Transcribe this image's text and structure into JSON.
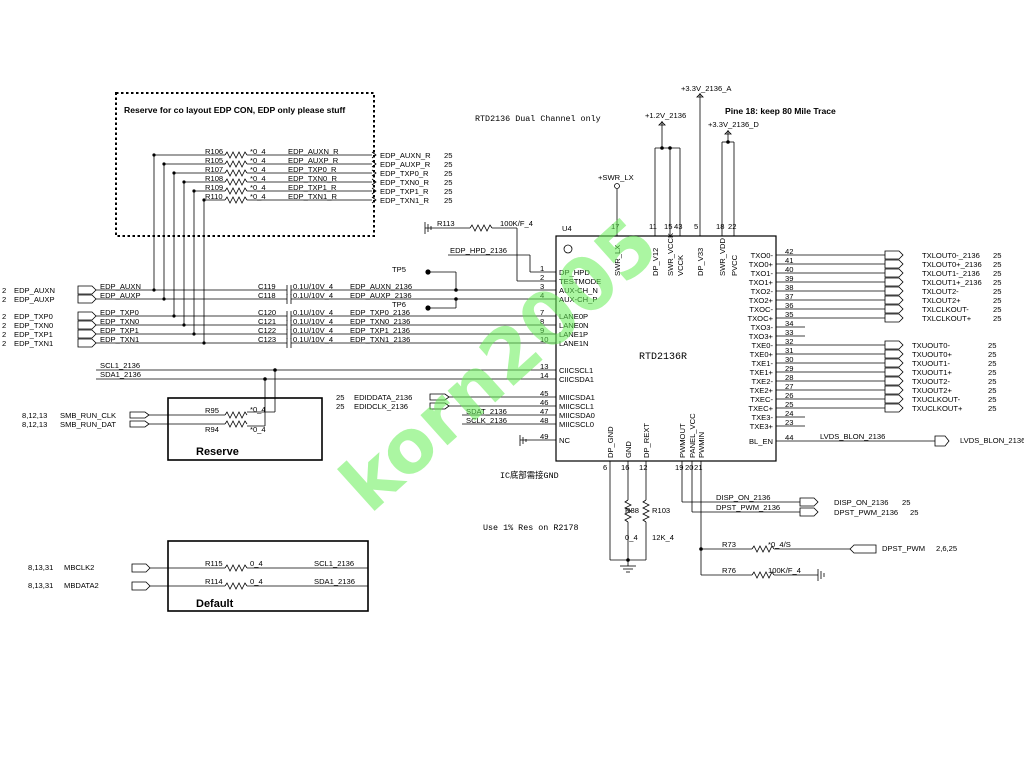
{
  "title_reserve_box": "Reserve for co layout EDP CON, EDP only please stuff",
  "note_dual": "RTD2136 Dual Channel only",
  "note_pine": "Pine 18: keep 80 Mile Trace",
  "note_gnd": "IC底部需接GND",
  "note_res": "Use 1% Res on R2178",
  "reserve_label": "Reserve",
  "default_label": "Default",
  "watermark": "korn2005",
  "rails": {
    "a": "+3.3V_2136_A",
    "v12": "+1.2V_2136",
    "d": "+3.3V_2136_D",
    "swr": "+SWR_LX"
  },
  "chip": {
    "ref": "U4",
    "name": "RTD2136R",
    "top_pins": [
      {
        "num": "17",
        "name": "SWR_LX"
      },
      {
        "num": "11",
        "name": "DP_V12"
      },
      {
        "num": "15",
        "name": "SWR_VCCK"
      },
      {
        "num": "43",
        "name": "VCCK"
      },
      {
        "num": "5",
        "name": "DP_V33"
      },
      {
        "num": "18",
        "name": "SWR_VDD"
      },
      {
        "num": "22",
        "name": "PVCC"
      }
    ],
    "left_pins": [
      {
        "num": "1",
        "name": "DP_HPD"
      },
      {
        "num": "2",
        "name": "TESTMODE"
      },
      {
        "num": "3",
        "name": "AUX-CH_N"
      },
      {
        "num": "4",
        "name": "AUX-CH_P"
      },
      {
        "num": "7",
        "name": "LANE0P"
      },
      {
        "num": "8",
        "name": "LANE0N"
      },
      {
        "num": "9",
        "name": "LANE1P"
      },
      {
        "num": "10",
        "name": "LANE1N"
      },
      {
        "num": "13",
        "name": "CIICSCL1"
      },
      {
        "num": "14",
        "name": "CIICSDA1"
      },
      {
        "num": "45",
        "name": "MIICSDA1"
      },
      {
        "num": "46",
        "name": "MIICSCL1"
      },
      {
        "num": "47",
        "name": "MIICSDA0"
      },
      {
        "num": "48",
        "name": "MIICSCL0"
      },
      {
        "num": "49",
        "name": "NC"
      }
    ],
    "right_pins": [
      {
        "num": "42",
        "name": "TXO0-"
      },
      {
        "num": "41",
        "name": "TXO0+"
      },
      {
        "num": "40",
        "name": "TXO1-"
      },
      {
        "num": "39",
        "name": "TXO1+"
      },
      {
        "num": "38",
        "name": "TXO2-"
      },
      {
        "num": "37",
        "name": "TXO2+"
      },
      {
        "num": "36",
        "name": "TXOC-"
      },
      {
        "num": "35",
        "name": "TXOC+"
      },
      {
        "num": "34",
        "name": "TXO3-"
      },
      {
        "num": "33",
        "name": "TXO3+"
      },
      {
        "num": "32",
        "name": "TXE0-"
      },
      {
        "num": "31",
        "name": "TXE0+"
      },
      {
        "num": "30",
        "name": "TXE1-"
      },
      {
        "num": "29",
        "name": "TXE1+"
      },
      {
        "num": "28",
        "name": "TXE2-"
      },
      {
        "num": "27",
        "name": "TXE2+"
      },
      {
        "num": "26",
        "name": "TXEC-"
      },
      {
        "num": "25",
        "name": "TXEC+"
      },
      {
        "num": "24",
        "name": "TXE3-"
      },
      {
        "num": "23",
        "name": "TXE3+"
      },
      {
        "num": "44",
        "name": "BL_EN"
      }
    ],
    "bottom_pins": [
      {
        "num": "6",
        "name": "DP_GND"
      },
      {
        "num": "16",
        "name": "GND"
      },
      {
        "num": "12",
        "name": "DP_REXT"
      },
      {
        "num": "19",
        "name": "PWMOUT"
      },
      {
        "num": "20",
        "name": "PANEL_VCC"
      },
      {
        "num": "21",
        "name": "PWMIN"
      }
    ]
  },
  "edp_resistors": [
    {
      "ref": "R106",
      "val": "*0_4",
      "net": "EDP_AUXN_R",
      "flag": "EDP_AUXN_R",
      "page": "25"
    },
    {
      "ref": "R105",
      "val": "*0_4",
      "net": "EDP_AUXP_R",
      "flag": "EDP_AUXP_R",
      "page": "25"
    },
    {
      "ref": "R107",
      "val": "*0_4",
      "net": "EDP_TXP0_R",
      "flag": "EDP_TXP0_R",
      "page": "25"
    },
    {
      "ref": "R108",
      "val": "*0_4",
      "net": "EDP_TXN0_R",
      "flag": "EDP_TXN0_R",
      "page": "25"
    },
    {
      "ref": "R109",
      "val": "*0_4",
      "net": "EDP_TXP1_R",
      "flag": "EDP_TXP1_R",
      "page": "25"
    },
    {
      "ref": "R110",
      "val": "*0_4",
      "net": "EDP_TXN1_R",
      "flag": "EDP_TXN1_R",
      "page": "25"
    }
  ],
  "edp_inputs": [
    {
      "page": "2",
      "name": "EDP_AUXN",
      "wire": "EDP_AUXN",
      "cap": "C119",
      "cval": "0.1U/10V_4",
      "net": "EDP_AUXN_2136"
    },
    {
      "page": "2",
      "name": "EDP_AUXP",
      "wire": "EDP_AUXP",
      "cap": "C118",
      "cval": "0.1U/10V_4",
      "net": "EDP_AUXP_2136"
    },
    {
      "page": "2",
      "name": "EDP_TXP0",
      "wire": "EDP_TXP0",
      "cap": "C120",
      "cval": "0.1U/10V_4",
      "net": "EDP_TXP0_2136"
    },
    {
      "page": "2",
      "name": "EDP_TXN0",
      "wire": "EDP_TXN0",
      "cap": "C121",
      "cval": "0.1U/10V_4",
      "net": "EDP_TXN0_2136"
    },
    {
      "page": "2",
      "name": "EDP_TXP1",
      "wire": "EDP_TXP1",
      "cap": "C122",
      "cval": "0.1U/10V_4",
      "net": "EDP_TXP1_2136"
    },
    {
      "page": "2",
      "name": "EDP_TXN1",
      "wire": "EDP_TXN1",
      "cap": "C123",
      "cval": "0.1U/10V_4",
      "net": "EDP_TXN1_2136"
    }
  ],
  "misc": {
    "r113": "R113",
    "r113_val": "100K/F_4",
    "hpd_net": "EDP_HPD_2136",
    "tp5": "TP5",
    "tp6": "TP6",
    "scl1": "SCL1_2136",
    "sda1": "SDA1_2136",
    "edid_data": "EDIDDATA_2136",
    "edid_clk": "EDIDCLK_2136",
    "edid_page": "25",
    "sdat": "SDAT_2136",
    "sclk": "SCLK_2136",
    "smb_pages": "8,12,13",
    "smb_clk": "SMB_RUN_CLK",
    "smb_dat": "SMB_RUN_DAT",
    "r95": "R95",
    "r94": "R94",
    "r9x_val": "*0_4",
    "mb_pages": "8,13,31",
    "mbclk": "MBCLK2",
    "mbdata": "MBDATA2",
    "r115": "R115",
    "r114": "R114",
    "r11x_val": "0_4",
    "r88": "R88",
    "r88_val": "0_4",
    "r103": "R103",
    "r103_val": "12K_4",
    "disp_on": "DISP_ON_2136",
    "dpst_pwm": "DPST_PWM_2136",
    "r73": "R73",
    "r73_val": "*0_4/S",
    "dpst_out": "DPST_PWM",
    "dpst_out_pages": "2,6,25",
    "r76": "R76",
    "r76_val": "100K/F_4",
    "lvds_net": "LVDS_BLON_2136",
    "lvds_flag": "LVDS_BLON_2136",
    "page25": "25"
  },
  "lvds_outputs": [
    {
      "name": "TXLOUT0-_2136",
      "page": "25"
    },
    {
      "name": "TXLOUT0+_2136",
      "page": "25"
    },
    {
      "name": "TXLOUT1-_2136",
      "page": "25"
    },
    {
      "name": "TXLOUT1+_2136",
      "page": "25"
    },
    {
      "name": "TXLOUT2-",
      "page": "25"
    },
    {
      "name": "TXLOUT2+",
      "page": "25"
    },
    {
      "name": "TXLCLKOUT-",
      "page": "25"
    },
    {
      "name": "TXLCLKOUT+",
      "page": "25"
    },
    {
      "name": "TXUOUT0-",
      "page": "25"
    },
    {
      "name": "TXUOUT0+",
      "page": "25"
    },
    {
      "name": "TXUOUT1-",
      "page": "25"
    },
    {
      "name": "TXUOUT1+",
      "page": "25"
    },
    {
      "name": "TXUOUT2-",
      "page": "25"
    },
    {
      "name": "TXUOUT2+",
      "page": "25"
    },
    {
      "name": "TXUCLKOUT-",
      "page": "25"
    },
    {
      "name": "TXUCLKOUT+",
      "page": "25"
    }
  ]
}
